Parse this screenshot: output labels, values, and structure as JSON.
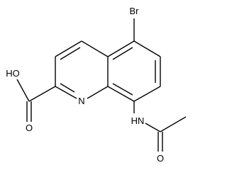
{
  "molecule": {
    "atom_labels": {
      "bromine": "Br",
      "hydroxyl": "HO",
      "ring_nitrogen": "N",
      "amide_nitrogen": "HN",
      "acid_carbonyl_oxygen": "O",
      "amide_carbonyl_oxygen": "O"
    }
  },
  "colors": {
    "bond": "#000000",
    "label": "#000000",
    "background": "#ffffff"
  }
}
